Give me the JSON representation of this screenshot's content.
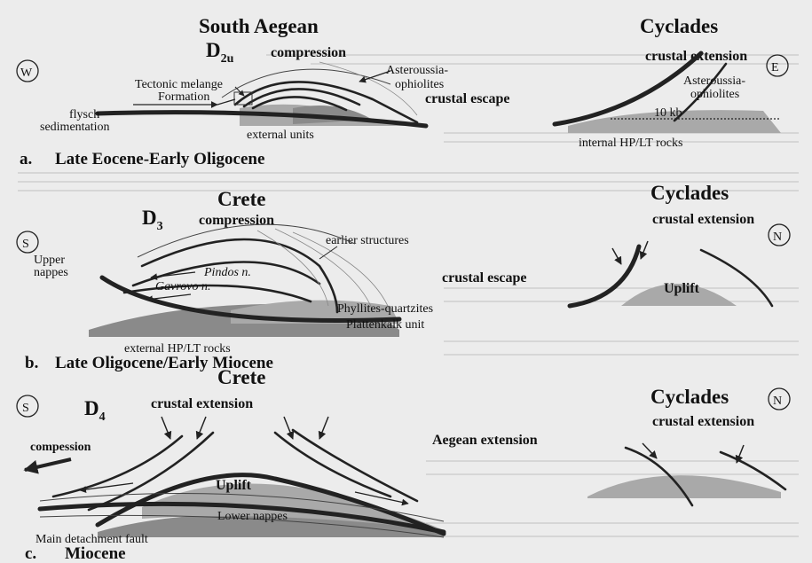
{
  "panel_a": {
    "title_left": "South Aegean",
    "deformation": "D",
    "deformation_sub": "2u",
    "compression": "compression",
    "asteroussia_left_1": "Asteroussia-",
    "asteroussia_left_2": "ophiolites",
    "tectonic_melange_1": "Tectonic melange",
    "tectonic_melange_2": "Formation",
    "flysch_1": "flysch",
    "flysch_2": "sedimentation",
    "external_units": "external units",
    "crustal_escape": "crustal escape",
    "title_right": "Cyclades",
    "crustal_extension": "crustal extension",
    "asteroussia_right_1": "Asteroussia-",
    "asteroussia_right_2": "ophiolites",
    "pressure": "10 kb",
    "internal_rocks": "internal HP/LT rocks",
    "dir_left": "W",
    "dir_right": "E",
    "caption_letter": "a.",
    "caption": "Late Eocene-Early Oligocene"
  },
  "panel_b": {
    "title_left": "Crete",
    "deformation": "D",
    "deformation_sub": "3",
    "compression": "compression",
    "earlier_structures": "earlier structures",
    "upper_nappes_1": "Upper",
    "upper_nappes_2": "nappes",
    "pindos": "Pindos n.",
    "gavrovo": "Gavrovo n.",
    "phyllites": "Phyllites-quartzites",
    "plattenkalk": "Plattenkalk unit",
    "external_rocks": "external HP/LT rocks",
    "crustal_escape": "crustal escape",
    "title_right": "Cyclades",
    "crustal_extension": "crustal extension",
    "uplift": "Uplift",
    "dir_left": "S",
    "dir_right": "N",
    "caption_letter": "b.",
    "caption": "Late Oligocene/Early Miocene"
  },
  "panel_c": {
    "title_left": "Crete",
    "deformation": "D",
    "deformation_sub": "4",
    "crustal_extension_left": "crustal extension",
    "compession": "compession",
    "aegean_extension": "Aegean extension",
    "uplift": "Uplift",
    "lower_nappes": "Lower nappes",
    "main_detachment": "Main detachment fault",
    "title_right": "Cyclades",
    "crustal_extension_right": "crustal extension",
    "dir_left": "S",
    "dir_right": "N",
    "caption_letter": "c.",
    "caption": "Miocene"
  }
}
